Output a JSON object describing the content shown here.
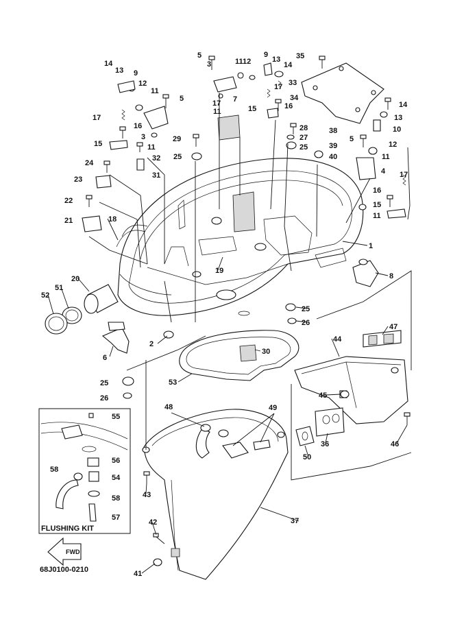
{
  "diagram": {
    "part_code": "68J0100-0210",
    "inset_title": "FLUSHING KIT",
    "fwd_label": "FWD",
    "callouts": [
      "1",
      "2",
      "3",
      "3",
      "4",
      "5",
      "5",
      "5",
      "6",
      "7",
      "8",
      "9",
      "9",
      "10",
      "11",
      "11",
      "11",
      "11",
      "11",
      "11",
      "12",
      "12",
      "12",
      "13",
      "13",
      "13",
      "14",
      "14",
      "14",
      "15",
      "15",
      "15",
      "16",
      "16",
      "16",
      "17",
      "17",
      "17",
      "17",
      "18",
      "19",
      "20",
      "21",
      "22",
      "23",
      "24",
      "25",
      "25",
      "25",
      "25",
      "26",
      "26",
      "27",
      "28",
      "29",
      "30",
      "31",
      "32",
      "33",
      "34",
      "35",
      "36",
      "37",
      "38",
      "39",
      "40",
      "41",
      "42",
      "43",
      "44",
      "45",
      "46",
      "47",
      "48",
      "49",
      "50",
      "51",
      "52",
      "53",
      "54",
      "55",
      "56",
      "57",
      "58",
      "58"
    ]
  }
}
